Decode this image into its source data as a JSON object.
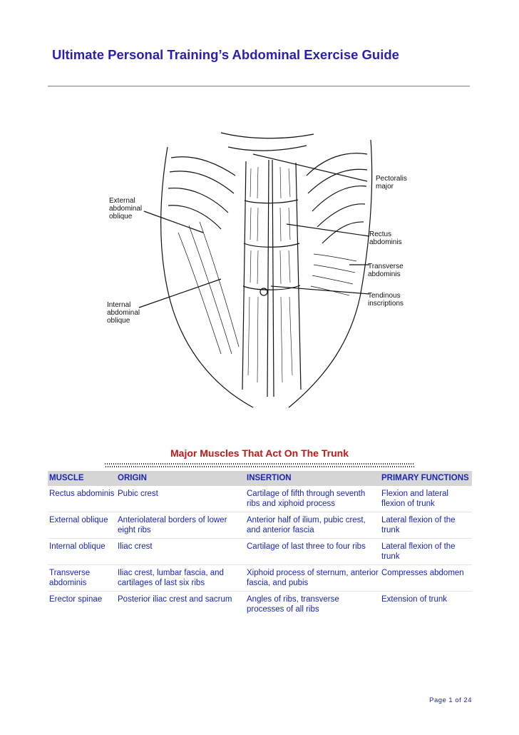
{
  "header": {
    "title": "Ultimate Personal Training’s Abdominal Exercise Guide"
  },
  "figure": {
    "labels": {
      "external_oblique": [
        "External",
        "abdominal",
        "oblique"
      ],
      "internal_oblique": [
        "Internal",
        "abdominal",
        "oblique"
      ],
      "pectoralis": [
        "Pectoralis",
        "major"
      ],
      "rectus": [
        "Rectus",
        "abdominis"
      ],
      "transverse": [
        "Transverse",
        "abdominis"
      ],
      "tendinous": [
        "Tendinous",
        "inscriptions"
      ]
    }
  },
  "table": {
    "title": "Major Muscles That Act On The Trunk",
    "headers": [
      "MUSCLE",
      "ORIGIN",
      "INSERTION",
      "PRIMARY FUNCTIONS"
    ],
    "rows": [
      [
        "Rectus abdominis",
        "Pubic crest",
        "Cartilage of fifth through seventh ribs and xiphoid process",
        "Flexion and lateral flexion of trunk"
      ],
      [
        "External oblique",
        "Anteriolateral borders of lower eight ribs",
        "Anterior half of ilium, pubic crest, and anterior fascia",
        "Lateral flexion of the trunk"
      ],
      [
        "Internal oblique",
        "Iliac crest",
        "Cartilage of last three to four ribs",
        "Lateral flexion of the trunk"
      ],
      [
        "Transverse abdominis",
        "Iliac crest, lumbar fascia, and cartilages of last six ribs",
        "Xiphoid process of sternum, anterior fascia, and pubis",
        "Compresses abdomen"
      ],
      [
        "Erector spinae",
        "Posterior iliac crest and sacrum",
        "Angles of ribs, transverse processes of all ribs",
        "Extension of trunk"
      ]
    ]
  },
  "footer": {
    "page": "Page 1 of 24"
  }
}
